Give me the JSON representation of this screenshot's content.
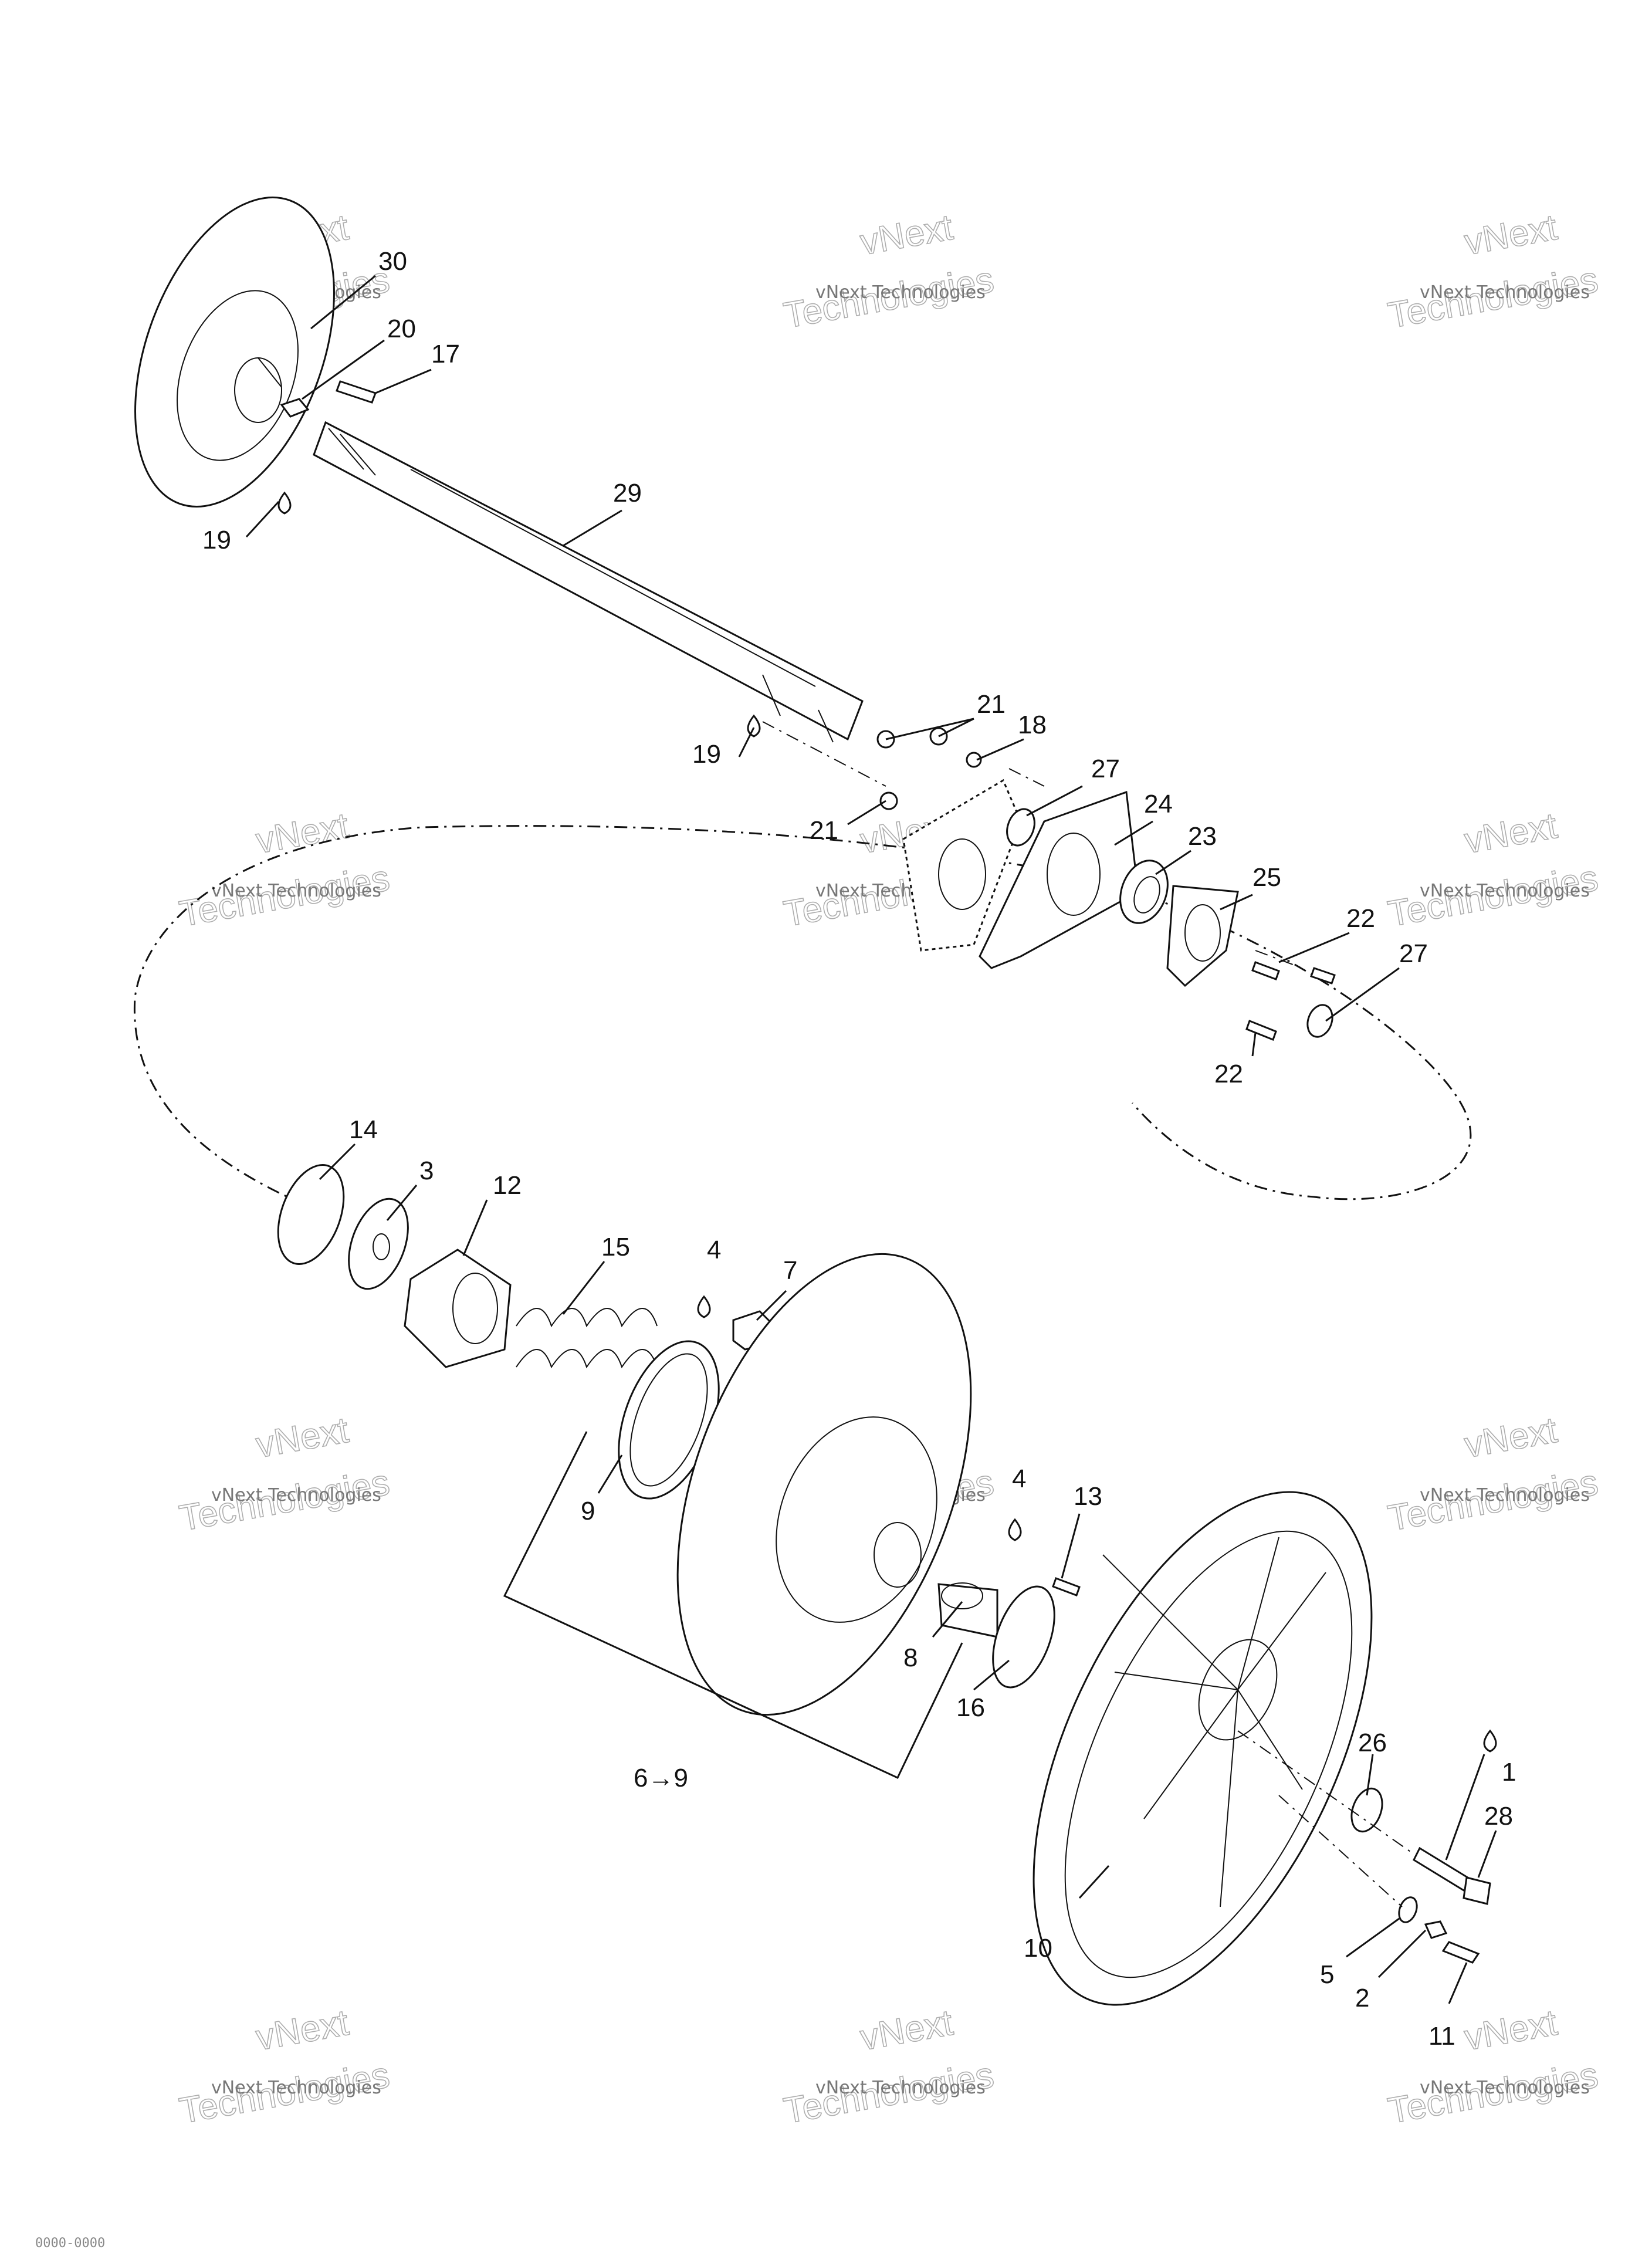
{
  "diagram": {
    "callouts": [
      "30",
      "20",
      "17",
      "29",
      "19",
      "19",
      "21",
      "18",
      "27",
      "24",
      "23",
      "25",
      "21",
      "22",
      "27",
      "22",
      "14",
      "3",
      "12",
      "15",
      "4",
      "7",
      "9",
      "4",
      "13",
      "8",
      "16",
      "6→9",
      "10",
      "26",
      "1",
      "28",
      "5",
      "2",
      "11"
    ],
    "watermark": {
      "small": "vNext Technologies",
      "big_line1": "vNext",
      "big_line2": "Technologies"
    },
    "figure_code": "0000-0000"
  },
  "colors": {
    "ink": "#111111",
    "watermark": "#999999",
    "background": "#ffffff"
  }
}
